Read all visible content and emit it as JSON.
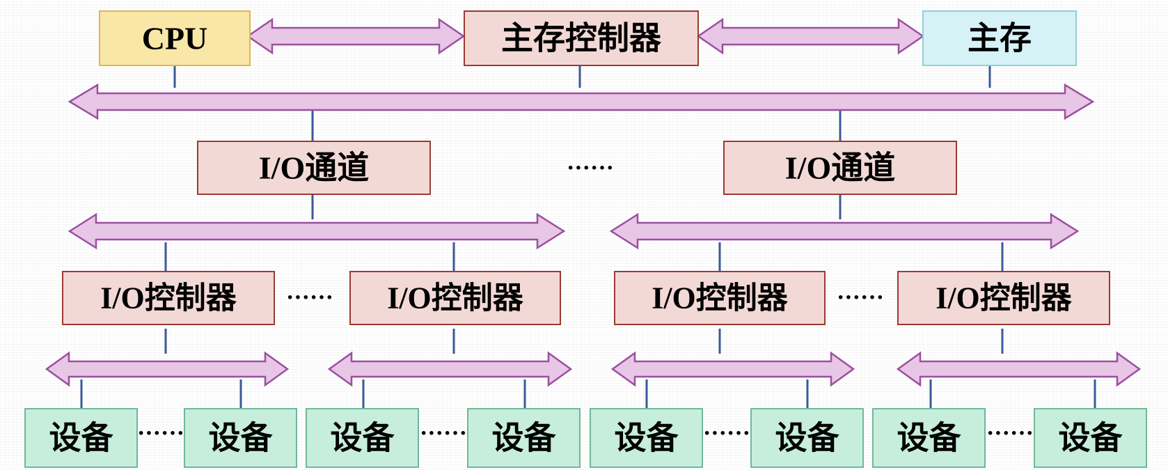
{
  "colors": {
    "cpu_fill": "#f9e7a8",
    "cpu_stroke": "#e0b84a",
    "controller_fill": "#f2d9d6",
    "controller_stroke": "#9b3a33",
    "memory_fill": "#d6f2f6",
    "memory_stroke": "#8ccfd9",
    "device_fill": "#c7eedd",
    "device_stroke": "#6fb89a",
    "bus_fill": "#e8c6e6",
    "bus_stroke": "#9b4fa0",
    "connector": "#3b5998"
  },
  "nodes": {
    "cpu": "CPU",
    "main_memory_controller": "主存控制器",
    "main_memory": "主存",
    "io_channel": "I/O通道",
    "io_controller": "I/O控制器",
    "device": "设备"
  },
  "ellipsis": "······"
}
